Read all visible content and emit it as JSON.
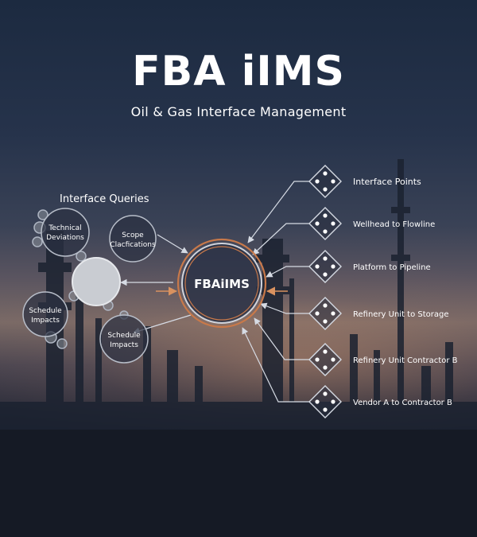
{
  "header": {
    "title": "FBA iIMS",
    "subtitle": "Oil & Gas Interface Management"
  },
  "hub": {
    "label": "FBAiIMS"
  },
  "queries": {
    "heading": "Interface Queries",
    "nodes": [
      {
        "line1": "Technical",
        "line2": "Deviations"
      },
      {
        "line1": "Scope",
        "line2": "Clacfications"
      },
      {
        "line1": "Schedule",
        "line2": "Impacts"
      },
      {
        "line1": "Schedule",
        "line2": "Impacts"
      }
    ]
  },
  "interfaces": [
    {
      "label": "Interface Points"
    },
    {
      "label": "Wellhead to Flowline"
    },
    {
      "label": "Platform to Pipeline"
    },
    {
      "label": "Refinery Unit to Storage"
    },
    {
      "label": "Refinery Unit Contractor B"
    },
    {
      "label": "Vendor A to Contractor B"
    }
  ],
  "colors": {
    "hub_ring_outer": "#c8794a",
    "hub_ring_inner": "#d0d4dc",
    "line": "#d6dbe4",
    "arrow_accent": "#d9925f"
  }
}
